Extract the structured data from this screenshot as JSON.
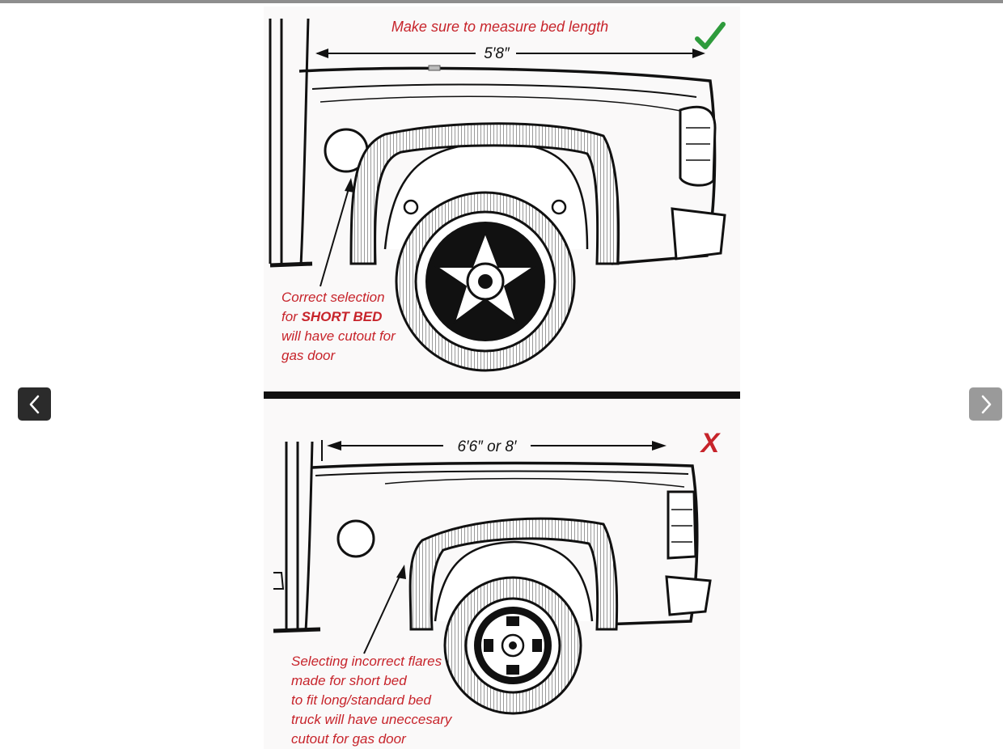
{
  "navigation": {
    "prev_icon": "chevron-left-icon",
    "next_icon": "chevron-right-icon"
  },
  "top_panel": {
    "heading": "Make sure to measure bed length",
    "dimension": "5′8″",
    "status_icon": "checkmark-icon",
    "callout_lines": [
      "Correct selection",
      "for ",
      "SHORT BED",
      "will have cutout for",
      "gas door"
    ]
  },
  "bottom_panel": {
    "dimension": "6′6″ or 8′",
    "status_mark": "X",
    "callout_lines": [
      "Selecting incorrect flares",
      "made for short bed",
      "to fit long/standard bed",
      "truck will have uneccesary",
      "cutout for gas door"
    ]
  },
  "colors": {
    "accent_red": "#c7242b",
    "check_green": "#2e9b3c",
    "prev_button": "#2b2b2b",
    "next_button": "#9a9a9a"
  }
}
